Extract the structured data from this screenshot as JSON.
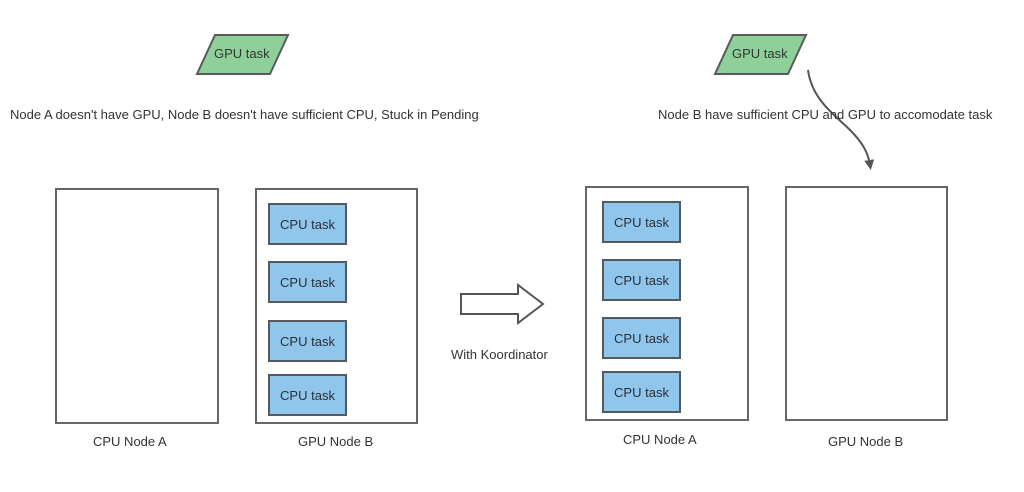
{
  "colors": {
    "gpu_task_fill": "#8fd09a",
    "cpu_task_fill": "#90c6ec",
    "stroke": "#666666",
    "text": "#333333"
  },
  "before": {
    "gpu_task_label": "GPU task",
    "caption": "Node A doesn't have GPU, Node B doesn't have sufficient CPU, Stuck in Pending",
    "nodes": [
      {
        "label": "CPU Node A",
        "tasks": []
      },
      {
        "label": "GPU Node B",
        "tasks": [
          "CPU task",
          "CPU task",
          "CPU task",
          "CPU task"
        ]
      }
    ]
  },
  "transition": {
    "label": "With Koordinator",
    "icon": "right-arrow-icon"
  },
  "after": {
    "gpu_task_label": "GPU task",
    "caption": "Node B have sufficient CPU and GPU to accomodate task",
    "nodes": [
      {
        "label": "CPU Node A",
        "tasks": [
          "CPU task",
          "CPU task",
          "CPU task",
          "CPU task"
        ]
      },
      {
        "label": "GPU Node B",
        "tasks": []
      }
    ],
    "schedule_arrow": {
      "from": "GPU task",
      "to": "GPU Node B"
    }
  }
}
